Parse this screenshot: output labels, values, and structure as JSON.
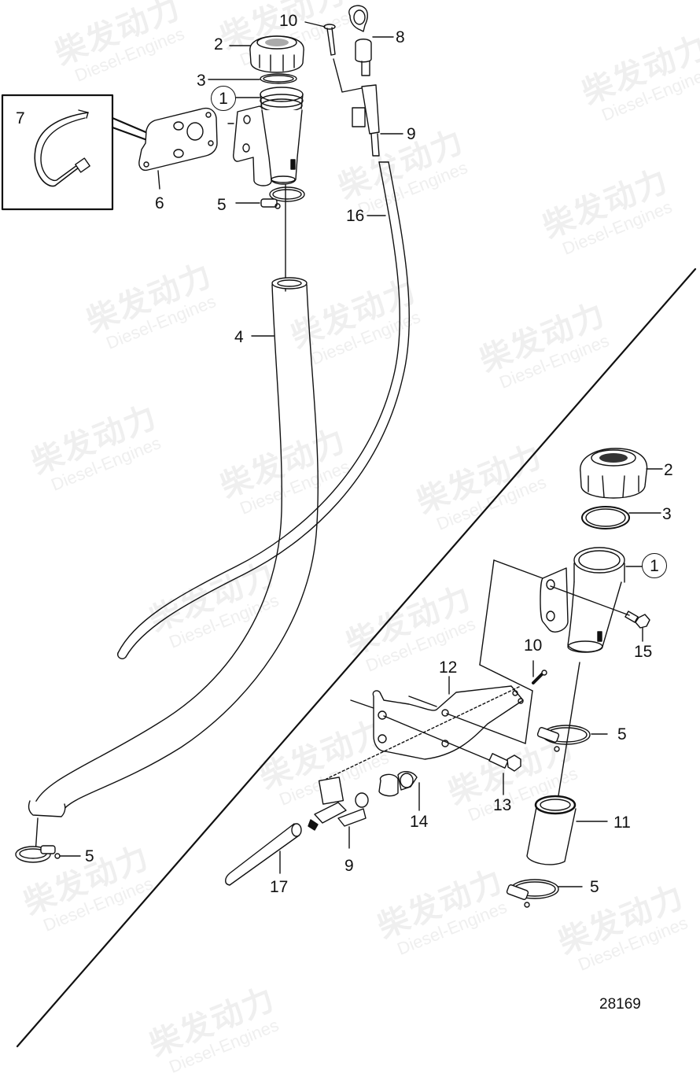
{
  "diagram": {
    "type": "exploded parts diagram",
    "drawing_number": "28169",
    "watermark": {
      "chinese": "柴发动力",
      "english": "Diesel-Engines"
    },
    "upper_assembly": {
      "callouts": [
        {
          "id": "1",
          "circled": true,
          "part": "filler neck"
        },
        {
          "id": "2",
          "circled": false,
          "part": "cap"
        },
        {
          "id": "3",
          "circled": false,
          "part": "seal ring"
        },
        {
          "id": "4",
          "circled": false,
          "part": "hose"
        },
        {
          "id": "5",
          "circled": false,
          "part": "hose clamp (top)"
        },
        {
          "id": "5",
          "circled": false,
          "part": "hose clamp (bottom)"
        },
        {
          "id": "6",
          "circled": false,
          "part": "bracket"
        },
        {
          "id": "7",
          "circled": false,
          "part": "cable tie (inset)"
        },
        {
          "id": "8",
          "circled": false,
          "part": "dipstick"
        },
        {
          "id": "9",
          "circled": false,
          "part": "dipstick tube fitting"
        },
        {
          "id": "10",
          "circled": false,
          "part": "rivet"
        },
        {
          "id": "16",
          "circled": false,
          "part": "dipstick tube"
        }
      ]
    },
    "lower_assembly": {
      "callouts": [
        {
          "id": "1",
          "circled": true,
          "part": "filler neck"
        },
        {
          "id": "2",
          "circled": false,
          "part": "cap"
        },
        {
          "id": "3",
          "circled": false,
          "part": "seal ring"
        },
        {
          "id": "5",
          "circled": false,
          "part": "hose clamp (top)"
        },
        {
          "id": "5",
          "circled": false,
          "part": "hose clamp (bottom)"
        },
        {
          "id": "9",
          "circled": false,
          "part": "fitting"
        },
        {
          "id": "10",
          "circled": false,
          "part": "rivet"
        },
        {
          "id": "11",
          "circled": false,
          "part": "hose"
        },
        {
          "id": "12",
          "circled": false,
          "part": "bracket"
        },
        {
          "id": "13",
          "circled": false,
          "part": "flange screw"
        },
        {
          "id": "14",
          "circled": false,
          "part": "dipstick"
        },
        {
          "id": "15",
          "circled": false,
          "part": "flange screw"
        },
        {
          "id": "17",
          "circled": false,
          "part": "tube"
        }
      ]
    }
  }
}
